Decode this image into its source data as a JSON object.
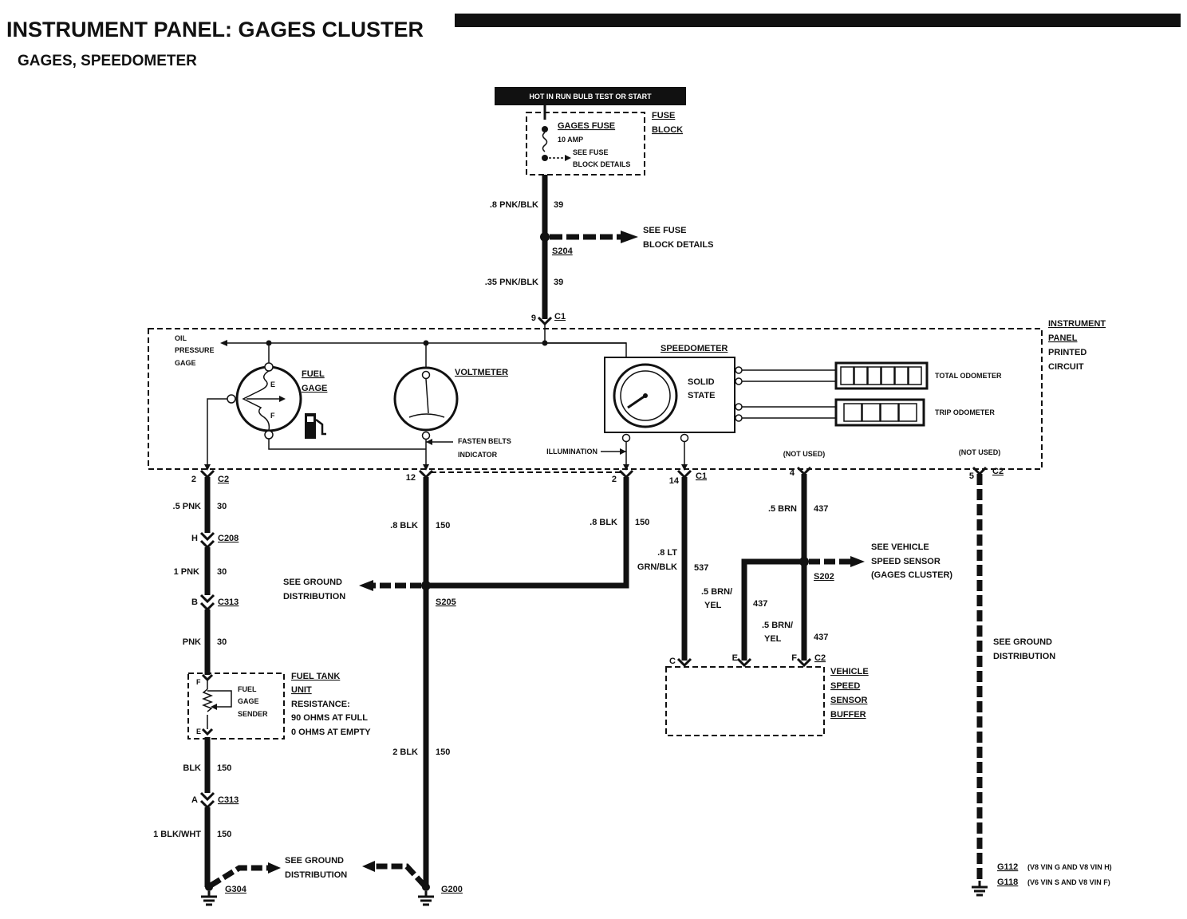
{
  "header": {
    "title": "INSTRUMENT PANEL: GAGES CLUSTER",
    "subtitle": "GAGES, SPEEDOMETER"
  },
  "power": {
    "hot_label": "HOT IN RUN BULB TEST OR START",
    "fuse_name": "GAGES FUSE",
    "fuse_rating": "10 AMP",
    "fuse_see1": "SEE FUSE",
    "fuse_see2": "BLOCK DETAILS",
    "fuse_block1": "FUSE",
    "fuse_block2": "BLOCK"
  },
  "wires": {
    "w1_gauge": ".8 PNK/BLK",
    "w1_circ": "39",
    "see_fuse1": "SEE FUSE",
    "see_fuse2": "BLOCK DETAILS",
    "s204": "S204",
    "w2_gauge": ".35 PNK/BLK",
    "w2_circ": "39",
    "c1_pin": "9",
    "c1": "C1",
    "c2_left_pin": "2",
    "c2_left": "C2",
    "w_pnk5": ".5 PNK",
    "c30a": "30",
    "h_pin": "H",
    "c208": "C208",
    "w_pnk1": "1 PNK",
    "c30b": "30",
    "b_pin": "B",
    "c313a": "C313",
    "w_pnk": "PNK",
    "c30c": "30",
    "w_blk": "BLK",
    "c150a": "150",
    "a_pin": "A",
    "c313b": "C313",
    "w_blkwht": "1 BLK/WHT",
    "c150b": "150",
    "g304": "G304",
    "see_gnd_a1": "SEE GROUND",
    "see_gnd_a2": "DISTRIBUTION",
    "pin12": "12",
    "w_8blk_a": ".8 BLK",
    "c150c": "150",
    "see_gnd_b1": "SEE GROUND",
    "see_gnd_b2": "DISTRIBUTION",
    "s205": "S205",
    "w_2blk": "2 BLK",
    "c150d": "150",
    "g200": "G200",
    "pin2b": "2",
    "w_8blk_b": ".8 BLK",
    "c150e": "150",
    "w_ltgrn1": ".8 LT",
    "w_ltgrn2": "GRN/BLK",
    "c537": "537",
    "pin14": "14",
    "c1b": "C1",
    "not_used_a": "(NOT USED)",
    "pin4": "4",
    "w_5brn": ".5 BRN",
    "c437a": "437",
    "see_vss1": "SEE VEHICLE",
    "see_vss2": "SPEED SENSOR",
    "see_vss3": "(GAGES CLUSTER)",
    "s202": "S202",
    "w_brnyel1a": ".5 BRN/",
    "w_brnyel1b": "YEL",
    "c437b": "437",
    "w_brnyel2a": ".5 BRN/",
    "w_brnyel2b": "YEL",
    "c437c": "437",
    "not_used_b": "(NOT USED)",
    "pin5": "5",
    "c2r": "C2",
    "see_gnd_c1": "SEE GROUND",
    "see_gnd_c2": "DISTRIBUTION",
    "g112": "G112",
    "g112_note": "(V8 VIN G AND V8 VIN H)",
    "g118": "G118",
    "g118_note": "(V6 VIN S AND V8 VIN F)"
  },
  "cluster": {
    "ip1": "INSTRUMENT",
    "ip2": "PANEL",
    "ip3": "PRINTED",
    "ip4": "CIRCUIT",
    "oil1": "OIL",
    "oil2": "PRESSURE",
    "oil3": "GAGE",
    "fuel1": "FUEL",
    "fuel2": "GAGE",
    "fuel_e": "E",
    "fuel_f": "F",
    "voltmeter": "VOLTMETER",
    "fasten1": "FASTEN BELTS",
    "fasten2": "INDICATOR",
    "speedometer": "SPEEDOMETER",
    "solid1": "SOLID",
    "solid2": "STATE",
    "illumination": "ILLUMINATION",
    "total_odo": "TOTAL ODOMETER",
    "trip_odo": "TRIP ODOMETER"
  },
  "sender": {
    "pin_f": "F",
    "pin_e": "E",
    "s1": "FUEL",
    "s2": "GAGE",
    "s3": "SENDER",
    "t1": "FUEL TANK",
    "t2": "UNIT",
    "t3": "RESISTANCE:",
    "t4": "90 OHMS AT FULL",
    "t5": "0 OHMS AT EMPTY"
  },
  "vssb": {
    "pin_c": "C",
    "pin_e": "E",
    "pin_f": "F",
    "conn": "C2",
    "n1": "VEHICLE",
    "n2": "SPEED",
    "n3": "SENSOR",
    "n4": "BUFFER"
  }
}
